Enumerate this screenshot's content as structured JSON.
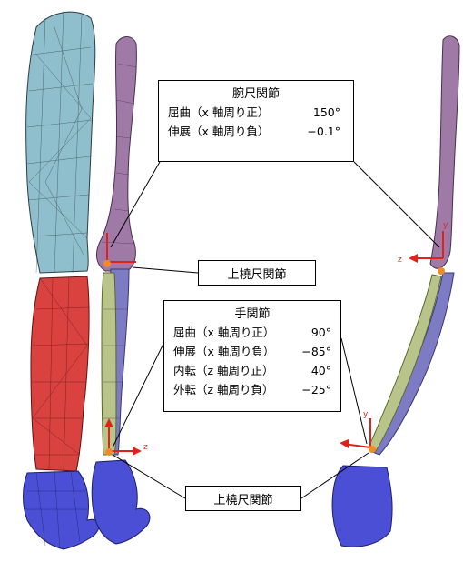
{
  "elbow_box": {
    "title": "腕尺関節",
    "rows": [
      {
        "label": "屈曲（x 軸周り正）",
        "value": "150°"
      },
      {
        "label": "伸展（x 軸周り負）",
        "value": "−0.1°"
      }
    ]
  },
  "proximal_label": "上橈尺関節",
  "wrist_box": {
    "title": "手関節",
    "rows": [
      {
        "label": "屈曲（x 軸周り正）",
        "value": "90°"
      },
      {
        "label": "伸展（x 軸周り負）",
        "value": "−85°"
      },
      {
        "label": "内転（z 軸周り正）",
        "value": "40°"
      },
      {
        "label": "外転（z 軸周り負）",
        "value": "−25°"
      }
    ]
  },
  "distal_label": "上橈尺関節",
  "axis_labels": {
    "elbow_y": "y",
    "elbow_z": "z",
    "wrist_y": "y",
    "wrist_z": "z"
  },
  "colors": {
    "upper_arm": "#8fbfcc",
    "forearm": "#d9423f",
    "hand": "#4a4fd6",
    "humerus": "#a07aa6",
    "ulna": "#7d7bc4",
    "radius": "#b8c48a",
    "axis": "#e0221a",
    "joint": "#f08c28"
  }
}
